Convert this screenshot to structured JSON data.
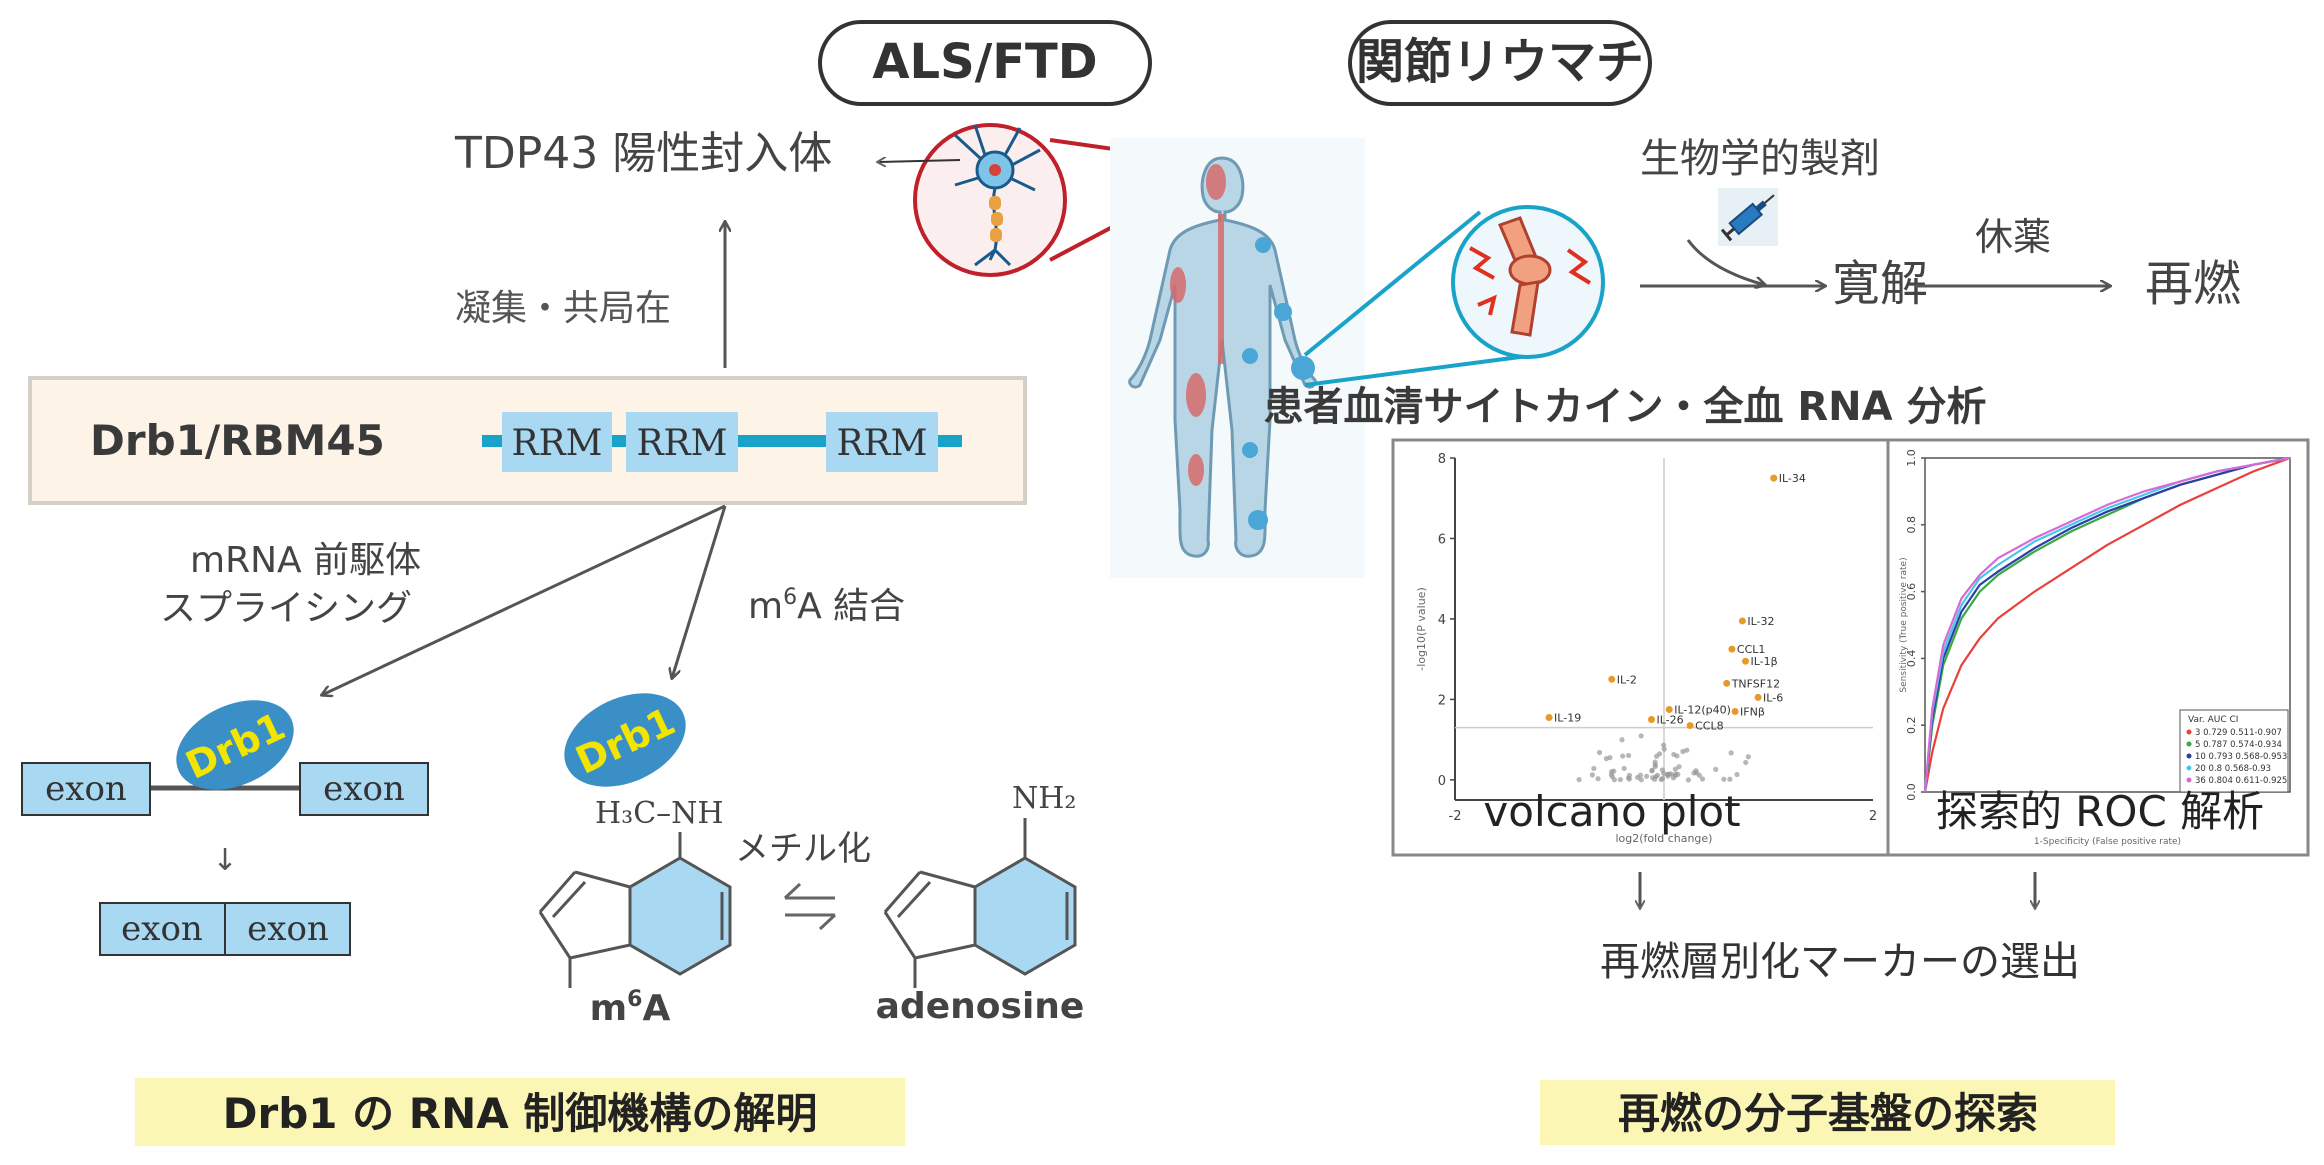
{
  "headers": {
    "als_ftd": "ALS/FTD",
    "ra": "関節リウマチ"
  },
  "left": {
    "tdp43": "TDP43 陽性封入体",
    "aggregation": "凝集・共局在",
    "protein_name": "Drb1/RBM45",
    "rrm": [
      "RRM",
      "RRM",
      "RRM"
    ],
    "splicing_line1": "mRNA 前駆体",
    "splicing_line2": "スプライシング",
    "m6a_prefix": "m",
    "m6a_sup": "6",
    "m6a_suffix": "A 結合",
    "drb1_badge": "Drb1",
    "exon": "exon",
    "down_arrow": "↓",
    "h3c_nh": "H₃C–NH",
    "nh2": "NH₂",
    "methylation": "メチル化",
    "m6a_label_prefix": "m",
    "m6a_label_sup": "6",
    "m6a_label_suffix": "A",
    "adenosine": "adenosine",
    "footer": "Drb1 の RNA 制御機構の解明"
  },
  "right": {
    "biologics": "生物学的製剤",
    "remission": "寛解",
    "withdrawal": "休薬",
    "relapse": "再燃",
    "analysis_title": "患者血清サイトカイン・全血 RNA 分析",
    "volcano_caption": "volcano plot",
    "roc_caption": "探索的 ROC 解析",
    "marker": "再燃層別化マーカーの選出",
    "footer": "再燃の分子基盤の探索"
  },
  "colors": {
    "rrm_fill": "#a9d8f2",
    "backbone": "#1aa3c8",
    "drb1_oval": "#3b8fc7",
    "drb1_text": "#f2e600",
    "neuron_circle": "#c0202a",
    "joint_circle": "#1aa3c8",
    "footer_bg": "#fbf6b4",
    "panel_bg": "#fdf3e7"
  },
  "chart_data": [
    {
      "type": "scatter",
      "title": "",
      "xlabel": "log2(fold change)",
      "ylabel": "-log10(P value)",
      "xlim": [
        -2,
        2
      ],
      "ylim": [
        -0.5,
        8
      ],
      "xticks": [
        "-2",
        "2"
      ],
      "yticks": [
        "0",
        "2",
        "4",
        "6",
        "8"
      ],
      "threshold_y": 1.3,
      "labeled_points": [
        {
          "label": "IL-34",
          "x": 1.05,
          "y": 7.5
        },
        {
          "label": "IL-32",
          "x": 0.75,
          "y": 3.95
        },
        {
          "label": "CCL1",
          "x": 0.65,
          "y": 3.25
        },
        {
          "label": "IL-1β",
          "x": 0.78,
          "y": 2.95
        },
        {
          "label": "IL-2",
          "x": -0.5,
          "y": 2.5
        },
        {
          "label": "TNFSF12",
          "x": 0.6,
          "y": 2.4
        },
        {
          "label": "IL-6",
          "x": 0.9,
          "y": 2.05
        },
        {
          "label": "IL-12(p40)",
          "x": 0.05,
          "y": 1.75
        },
        {
          "label": "IFNβ",
          "x": 0.68,
          "y": 1.7
        },
        {
          "label": "IL-19",
          "x": -1.1,
          "y": 1.55
        },
        {
          "label": "IL-26",
          "x": -0.12,
          "y": 1.5
        },
        {
          "label": "CCL8",
          "x": 0.25,
          "y": 1.35
        }
      ]
    },
    {
      "type": "line",
      "title": "",
      "xlabel": "1-Specificity (False positive rate)",
      "ylabel": "Sensitivity (True positive rate)",
      "xlim": [
        0,
        1
      ],
      "ylim": [
        0,
        1
      ],
      "yticks": [
        "0.0",
        "0.2",
        "0.4",
        "0.6",
        "0.8",
        "1.0"
      ],
      "legend_header": [
        "Var.",
        "AUC",
        "CI"
      ],
      "series": [
        {
          "name": "3",
          "auc": "0.729",
          "ci": "0.511-0.907",
          "color": "#e8413c",
          "x": [
            0,
            0.02,
            0.05,
            0.1,
            0.15,
            0.2,
            0.3,
            0.4,
            0.5,
            0.6,
            0.7,
            0.8,
            0.9,
            1
          ],
          "y": [
            0,
            0.12,
            0.25,
            0.38,
            0.46,
            0.52,
            0.6,
            0.67,
            0.74,
            0.8,
            0.86,
            0.91,
            0.96,
            1
          ]
        },
        {
          "name": "5",
          "auc": "0.787",
          "ci": "0.574-0.934",
          "color": "#3aa844",
          "x": [
            0,
            0.02,
            0.05,
            0.1,
            0.15,
            0.2,
            0.3,
            0.4,
            0.5,
            0.6,
            0.7,
            0.8,
            0.9,
            1
          ],
          "y": [
            0,
            0.2,
            0.38,
            0.52,
            0.6,
            0.65,
            0.72,
            0.78,
            0.83,
            0.88,
            0.92,
            0.95,
            0.98,
            1
          ]
        },
        {
          "name": "10",
          "auc": "0.793",
          "ci": "0.568-0.953",
          "color": "#2b3fa8",
          "x": [
            0,
            0.02,
            0.05,
            0.1,
            0.15,
            0.2,
            0.3,
            0.4,
            0.5,
            0.6,
            0.7,
            0.8,
            0.9,
            1
          ],
          "y": [
            0,
            0.22,
            0.4,
            0.54,
            0.62,
            0.66,
            0.73,
            0.79,
            0.84,
            0.88,
            0.92,
            0.95,
            0.98,
            1
          ]
        },
        {
          "name": "20",
          "auc": "0.8",
          "ci": "0.568-0.93",
          "color": "#48c8e8",
          "x": [
            0,
            0.02,
            0.05,
            0.1,
            0.15,
            0.2,
            0.3,
            0.4,
            0.5,
            0.6,
            0.7,
            0.8,
            0.9,
            1
          ],
          "y": [
            0,
            0.24,
            0.42,
            0.56,
            0.64,
            0.68,
            0.75,
            0.8,
            0.85,
            0.89,
            0.93,
            0.96,
            0.98,
            1
          ]
        },
        {
          "name": "36",
          "auc": "0.804",
          "ci": "0.611-0.925",
          "color": "#d86ad8",
          "x": [
            0,
            0.02,
            0.05,
            0.1,
            0.15,
            0.2,
            0.3,
            0.4,
            0.5,
            0.6,
            0.7,
            0.8,
            0.9,
            1
          ],
          "y": [
            0,
            0.25,
            0.44,
            0.58,
            0.65,
            0.7,
            0.76,
            0.81,
            0.86,
            0.9,
            0.93,
            0.96,
            0.98,
            1
          ]
        }
      ]
    }
  ]
}
